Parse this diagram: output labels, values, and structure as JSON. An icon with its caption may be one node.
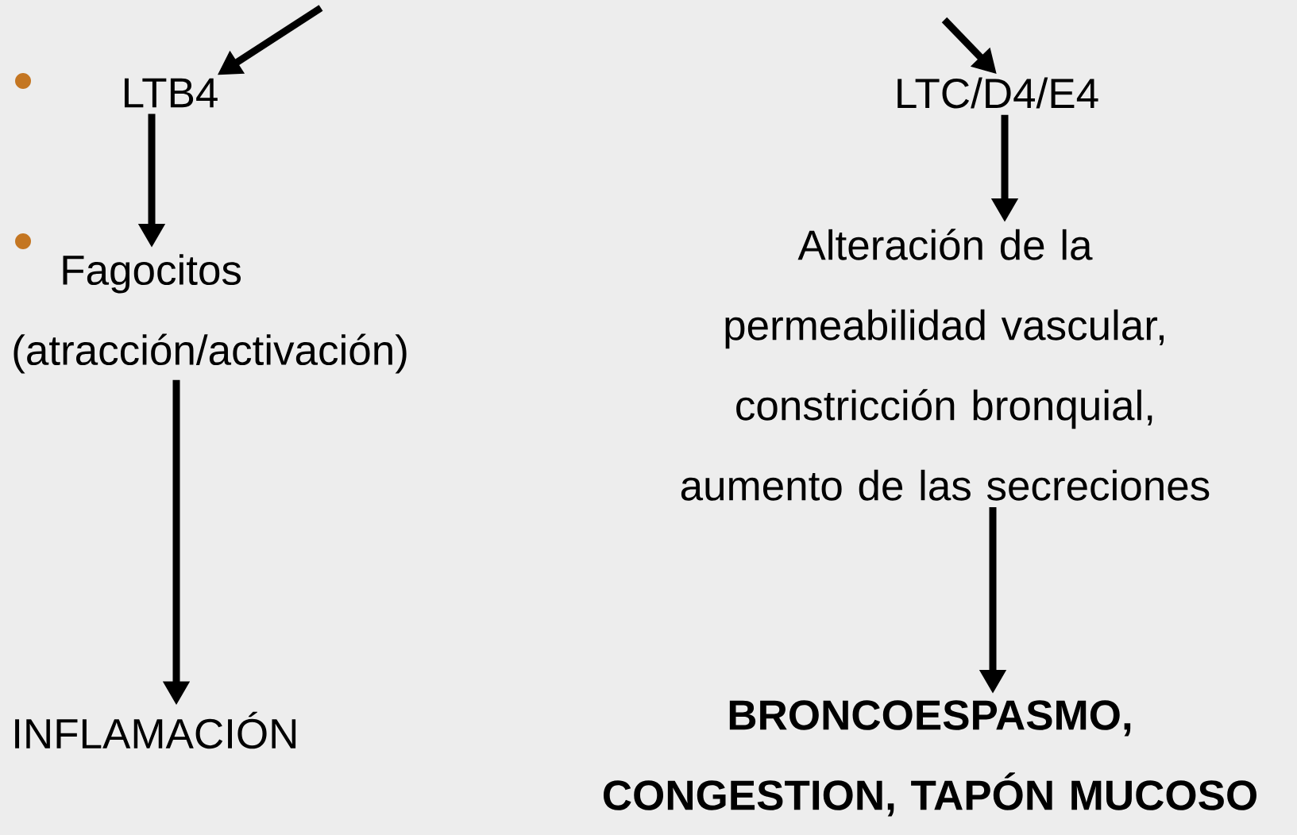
{
  "diagram": {
    "nodes": [
      {
        "text": [
          "LTB4"
        ]
      },
      {
        "text": [
          "Fagocitos (atracción/activación)"
        ]
      },
      {
        "text": [
          "INFLAMACIÓN"
        ]
      },
      {
        "text": [
          "LTC/D4/E4"
        ]
      },
      {
        "text": [
          "Alteración de la permeabilidad vascular, constricción bronquial, aumento de las secreciones"
        ]
      },
      {
        "text": [
          "BRONCOESPASMO, CONGESTION, TAPÓN MUCOSO"
        ]
      }
    ],
    "edges": [
      {
        "from": null,
        "to": 0,
        "arrow": "to"
      },
      {
        "from": 0,
        "to": 1,
        "arrow": "to"
      },
      {
        "from": 1,
        "to": 2,
        "arrow": "to"
      },
      {
        "from": null,
        "to": 3,
        "arrow": "to"
      },
      {
        "from": 3,
        "to": 4,
        "arrow": "to"
      },
      {
        "from": 4,
        "to": 5,
        "arrow": "to"
      }
    ]
  }
}
